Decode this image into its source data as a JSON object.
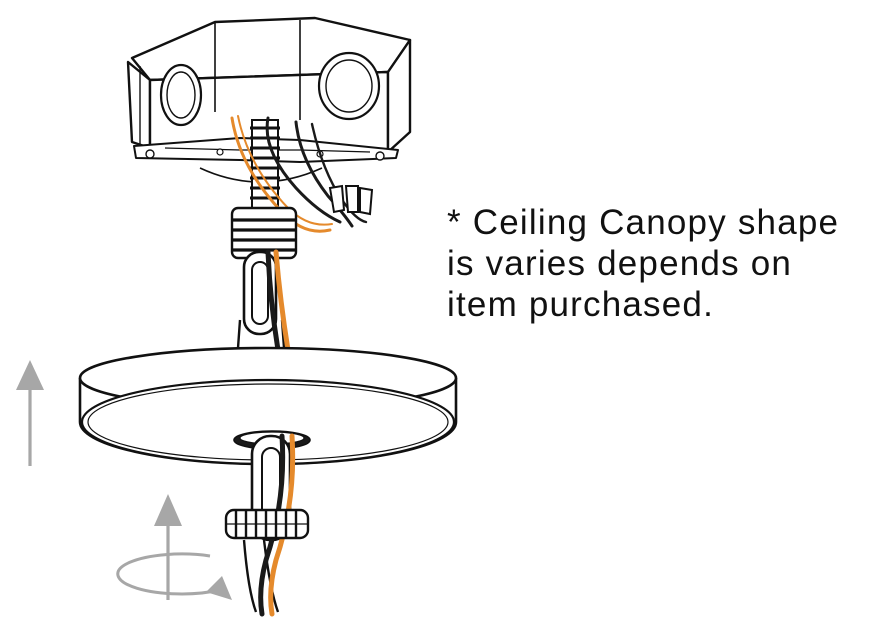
{
  "note": {
    "lines": [
      "* Ceiling Canopy shape",
      "is varies depends on",
      "item purchased."
    ]
  },
  "colors": {
    "line": "#111111",
    "wire_orange": "#e58a2c",
    "wire_black": "#1a1a1a",
    "arrow_gray": "#a7a7a7"
  },
  "icons": {
    "up_arrow": "up-arrow-icon",
    "rotation": "rotate-arrow-icon"
  }
}
